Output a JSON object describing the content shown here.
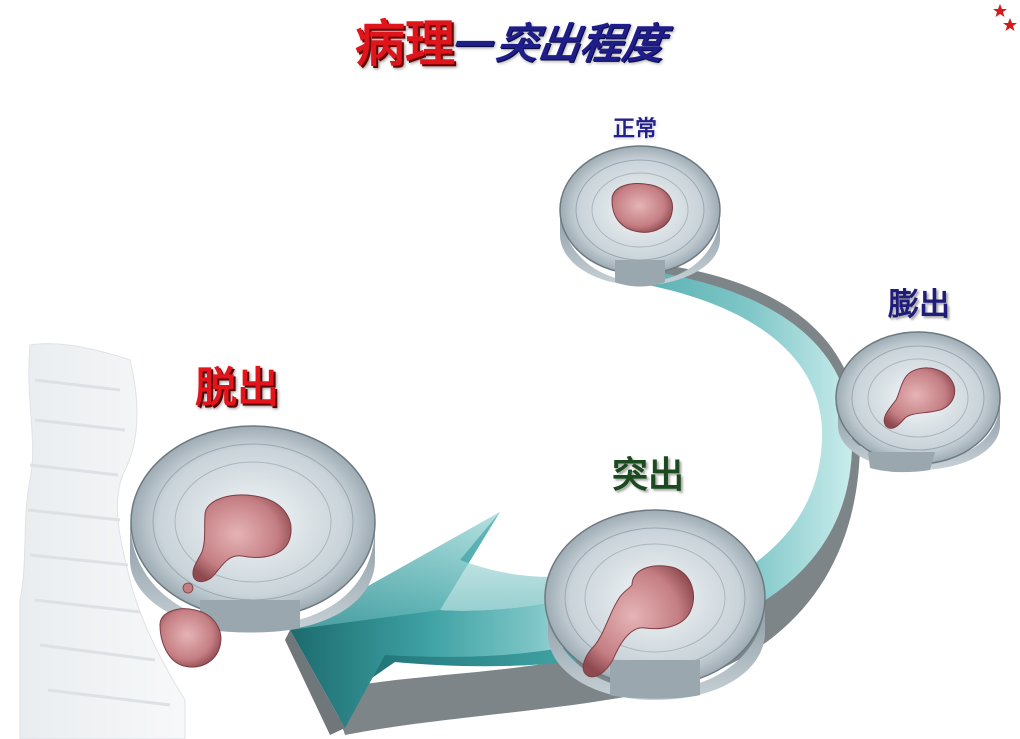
{
  "title": {
    "main": "病理",
    "dash": "—",
    "sub": "突出程度"
  },
  "stages": [
    {
      "id": "normal",
      "label": "正常"
    },
    {
      "id": "bulge",
      "label": "膨出"
    },
    {
      "id": "protrusion",
      "label": "突出"
    },
    {
      "id": "extrusion",
      "label": "脱出"
    }
  ],
  "colors": {
    "title_red": "#e0141b",
    "title_blue": "#1e1d8a",
    "arrow_teal": "#2e8f92",
    "disc_gray": "#b8c4cc",
    "nucleus_pink": "#c9868a"
  }
}
